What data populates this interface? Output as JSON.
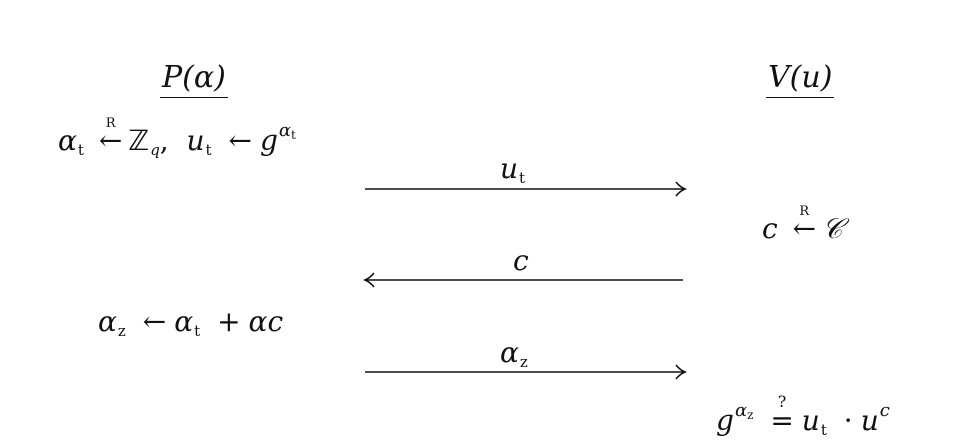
{
  "prover": {
    "title": "P(α)"
  },
  "verifier": {
    "title": "V(u)"
  },
  "steps": {
    "prover_commit": {
      "var": "α",
      "var_sub": "t",
      "rand_label": "R",
      "set": "ℤ",
      "set_sub": "q",
      "var2": "u",
      "var2_sub": "t",
      "base": "g",
      "exp": "α",
      "exp_sub": "t"
    },
    "verifier_challenge": {
      "var": "c",
      "rand_label": "R",
      "set": "𝒞"
    },
    "prover_response": {
      "var": "α",
      "var_sub": "z",
      "rhs1": "α",
      "rhs1_sub": "t",
      "rhs2": "αc"
    },
    "verifier_check": {
      "base": "g",
      "exp": "α",
      "exp_sub": "z",
      "q_label": "?",
      "u": "u",
      "u_sub": "t",
      "dot": "·",
      "u2": "u",
      "u2_exp": "c"
    }
  },
  "messages": [
    {
      "label": "u",
      "label_sub": "t",
      "direction": "right"
    },
    {
      "label": "c",
      "label_sub": "",
      "direction": "left"
    },
    {
      "label": "α",
      "label_sub": "z",
      "direction": "right"
    }
  ]
}
